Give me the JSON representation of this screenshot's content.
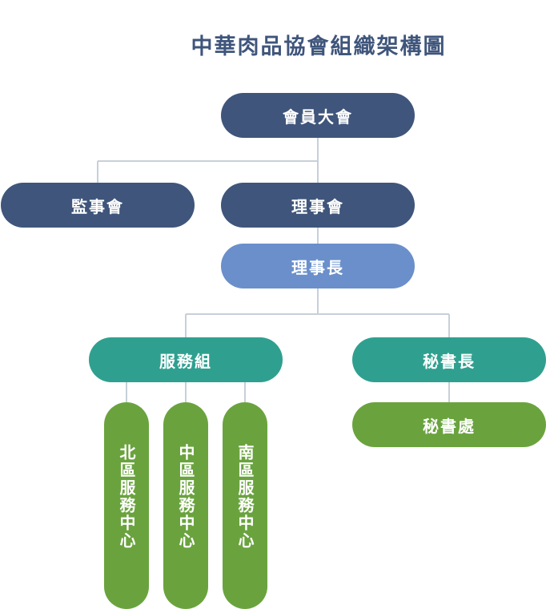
{
  "title": "中華肉品協會組織架構圖",
  "nodes": {
    "general_assembly": "會員大會",
    "supervisors": "監事會",
    "board": "理事會",
    "chairman": "理事長",
    "service_group": "服務組",
    "secretary_general": "秘書長",
    "secretariat": "秘書處",
    "north_center": "北區服務中心",
    "central_center": "中區服務中心",
    "south_center": "南區服務中心"
  },
  "colors": {
    "navy": "#3f557b",
    "blue": "#6a8fcb",
    "teal": "#2fa08f",
    "green": "#6aa33e",
    "connector": "#c7d0d8"
  }
}
